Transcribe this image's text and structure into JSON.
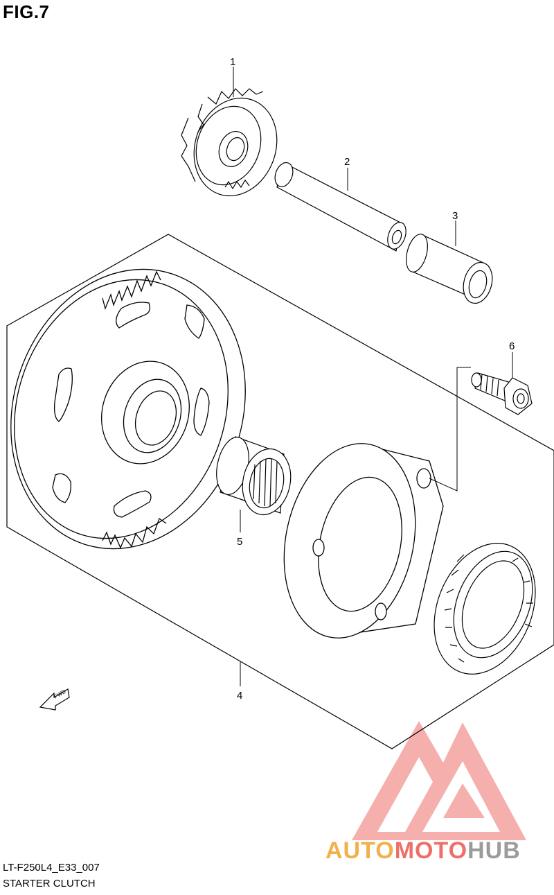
{
  "figure": {
    "title": "FIG.7",
    "diagram_code": "LT-F250L4_E33_007",
    "caption": "STARTER CLUTCH"
  },
  "callouts": [
    "1",
    "2",
    "3",
    "4",
    "5",
    "6"
  ],
  "fwd_label": "FWD",
  "watermark": {
    "brand_part1": "AUTO",
    "brand_part2": "MOTO",
    "brand_part3": "HUB",
    "colors": {
      "auto": "#f2b04a",
      "moto": "#ee6f6a",
      "hub": "#9b9b9b",
      "logo": "#ee6f6a"
    }
  }
}
